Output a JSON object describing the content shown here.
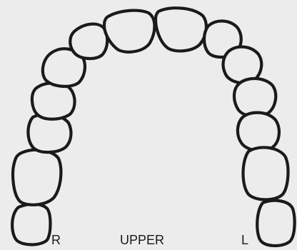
{
  "chart": {
    "arch_label": "UPPER",
    "side_right_label": "R",
    "side_left_label": "L"
  },
  "colors": {
    "background": "#ececec",
    "outline": "#1a1a1a"
  },
  "teeth": [
    {
      "side": "right",
      "type": "molar"
    },
    {
      "side": "right",
      "type": "molar"
    },
    {
      "side": "right",
      "type": "premolar"
    },
    {
      "side": "right",
      "type": "premolar"
    },
    {
      "side": "right",
      "type": "canine"
    },
    {
      "side": "right",
      "type": "lateral-incisor"
    },
    {
      "side": "right",
      "type": "central-incisor"
    },
    {
      "side": "left",
      "type": "central-incisor"
    },
    {
      "side": "left",
      "type": "lateral-incisor"
    },
    {
      "side": "left",
      "type": "canine"
    },
    {
      "side": "left",
      "type": "premolar"
    },
    {
      "side": "left",
      "type": "premolar"
    },
    {
      "side": "left",
      "type": "molar"
    },
    {
      "side": "left",
      "type": "molar"
    }
  ]
}
